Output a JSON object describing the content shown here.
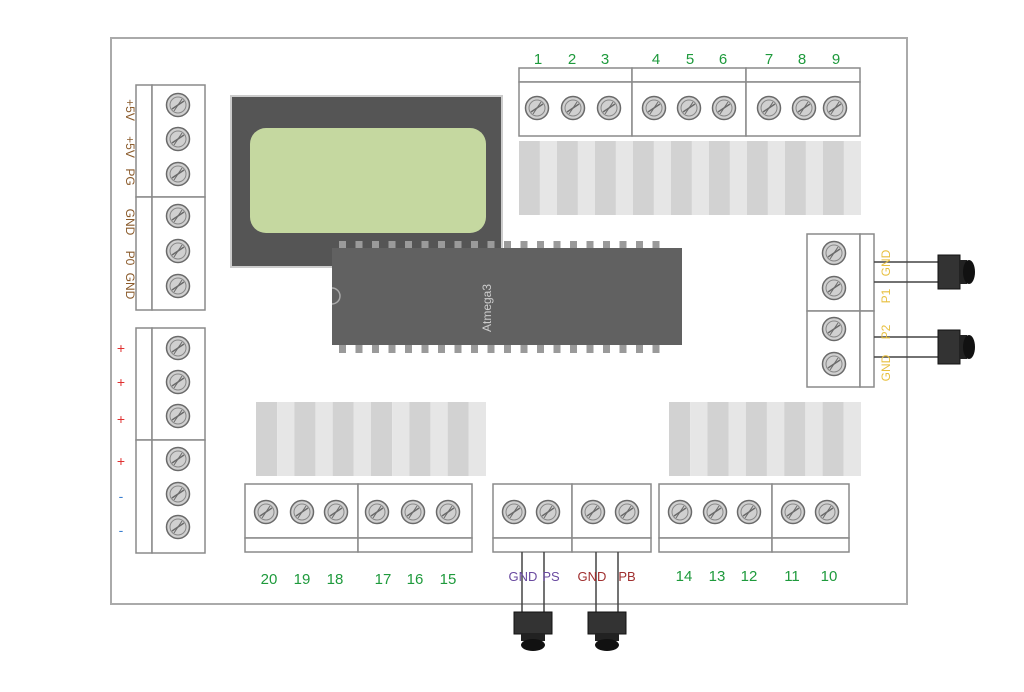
{
  "colors": {
    "board_border": "#aaaaaa",
    "block_stroke": "#8a8a8a",
    "screw_fill": "#d0d0d0",
    "lcd_frame": "#555555",
    "lcd_screen": "#c5d8a0",
    "chip_body": "#616161",
    "chip_pin": "#9a9a9a",
    "green_label": "#1e9a3c",
    "brown_label": "#8a5a2a",
    "red_label": "#e03030",
    "blue_label": "#3a7fd0",
    "yellow_label": "#e8c040",
    "purple_label": "#6a4aa0",
    "darkred_label": "#a03030",
    "button_body": "#333333",
    "heatsink_light": "#e6e6e6",
    "heatsink_dark": "#d2d2d2"
  },
  "chip": {
    "label": "Atmega3"
  },
  "top_terminals": {
    "labels": [
      "1",
      "2",
      "3",
      "4",
      "5",
      "6",
      "7",
      "8",
      "9"
    ]
  },
  "bottom_left_terminals": {
    "labels": [
      "20",
      "19",
      "18",
      "17",
      "16",
      "15"
    ]
  },
  "bottom_right_terminals": {
    "labels": [
      "14",
      "13",
      "12",
      "11",
      "10"
    ]
  },
  "bottom_buttons": {
    "labels": [
      {
        "text": "GND",
        "color": "purple_label"
      },
      {
        "text": "PS",
        "color": "purple_label"
      },
      {
        "text": "GND",
        "color": "darkred_label"
      },
      {
        "text": "PB",
        "color": "darkred_label"
      }
    ]
  },
  "left_power": {
    "labels": [
      "+5V",
      "+5V",
      "PG",
      "GND",
      "P0",
      "GND"
    ]
  },
  "left_supply": {
    "labels": [
      "+",
      "+",
      "+",
      "+",
      "-",
      "-"
    ]
  },
  "right_buttons": {
    "labels": [
      "GND",
      "P1",
      "P2",
      "GND"
    ]
  }
}
